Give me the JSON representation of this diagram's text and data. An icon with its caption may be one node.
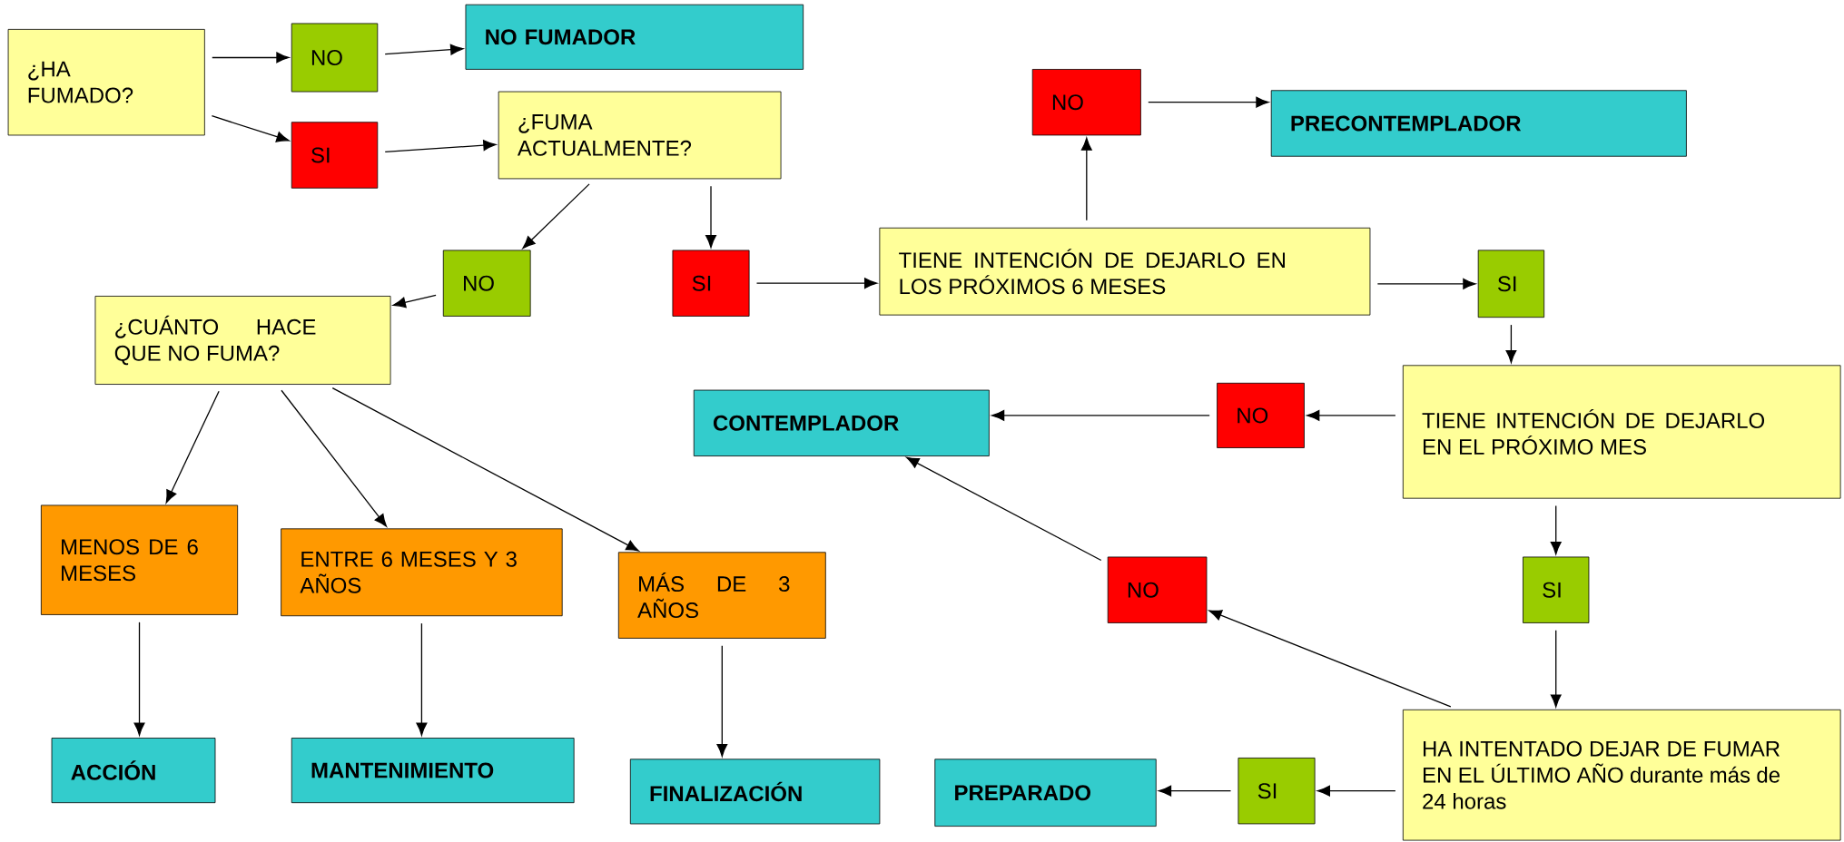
{
  "diagram": {
    "nodes": [
      {
        "text": [
          "¿HA FUMADO?"
        ]
      },
      {
        "text": [
          "NO"
        ]
      },
      {
        "text": [
          "NO **FUMADOR**"
        ]
      },
      {
        "text": [
          "SI"
        ]
      },
      {
        "text": [
          "¿FUMA ACTUALMENTE?"
        ]
      },
      {
        "text": [
          "NO"
        ]
      },
      {
        "text": [
          "SI"
        ]
      },
      {
        "text": [
          "¿CUÁNTO HACE QUE NO FUMA?"
        ]
      },
      {
        "text": [
          "TIENE INTENCIÓN DE DEJARLO EN LOS PRÓXIMOS 6 MESES"
        ]
      },
      {
        "text": [
          "NO"
        ]
      },
      {
        "text": [
          "PRECONTEMPLADOR"
        ]
      },
      {
        "text": [
          "SI"
        ]
      },
      {
        "text": [
          "TIENE INTENCIÓN DE DEJARLO EN EL PRÓXIMO MES"
        ]
      },
      {
        "text": [
          "NO"
        ]
      },
      {
        "text": [
          "CONTEMPLADOR"
        ]
      },
      {
        "text": [
          "SI"
        ]
      },
      {
        "text": [
          "NO"
        ]
      },
      {
        "text": [
          "HA INTENTADO DEJAR DE FUMAR EN EL ÚLTIMO AÑO durante más de 24 horas"
        ]
      },
      {
        "text": [
          "SI"
        ]
      },
      {
        "text": [
          "PREPARADO"
        ]
      },
      {
        "text": [
          "MENOS DE 6 MESES"
        ]
      },
      {
        "text": [
          "ENTRE 6 MESES Y 3 AÑOS"
        ]
      },
      {
        "text": [
          "MÁS DE 3 AÑOS"
        ]
      },
      {
        "text": [
          "ACCIÓN"
        ]
      },
      {
        "text": [
          "MANTENIMIENTO"
        ]
      },
      {
        "text": [
          "FINALIZACIÓN"
        ]
      }
    ],
    "edges": [
      {
        "from": 0,
        "to": 1,
        "arrow": "to"
      },
      {
        "from": 1,
        "to": 2,
        "arrow": "to"
      },
      {
        "from": 0,
        "to": 3,
        "arrow": "to"
      },
      {
        "from": 3,
        "to": 4,
        "arrow": "to"
      },
      {
        "from": 4,
        "to": 5,
        "arrow": "to"
      },
      {
        "from": 4,
        "to": 6,
        "arrow": "to"
      },
      {
        "from": 5,
        "to": 7,
        "arrow": "to"
      },
      {
        "from": 6,
        "to": 8,
        "arrow": "to"
      },
      {
        "from": 8,
        "to": 9,
        "arrow": "to"
      },
      {
        "from": 9,
        "to": 10,
        "arrow": "to"
      },
      {
        "from": 8,
        "to": 11,
        "arrow": "to"
      },
      {
        "from": 11,
        "to": 12,
        "arrow": "to"
      },
      {
        "from": 12,
        "to": 13,
        "arrow": "to"
      },
      {
        "from": 13,
        "to": 14,
        "arrow": "to"
      },
      {
        "from": 12,
        "to": 15,
        "arrow": "to"
      },
      {
        "from": 15,
        "to": 17,
        "arrow": "to"
      },
      {
        "from": 17,
        "to": 16,
        "arrow": "to"
      },
      {
        "from": 16,
        "to": 14,
        "arrow": "to"
      },
      {
        "from": 17,
        "to": 18,
        "arrow": "to"
      },
      {
        "from": 18,
        "to": 19,
        "arrow": "to"
      },
      {
        "from": 7,
        "to": 20,
        "arrow": "to"
      },
      {
        "from": 7,
        "to": 21,
        "arrow": "to"
      },
      {
        "from": 7,
        "to": 22,
        "arrow": "to"
      },
      {
        "from": 20,
        "to": 23,
        "arrow": "to"
      },
      {
        "from": 21,
        "to": 24,
        "arrow": "to"
      },
      {
        "from": 22,
        "to": 25,
        "arrow": "to"
      }
    ]
  }
}
